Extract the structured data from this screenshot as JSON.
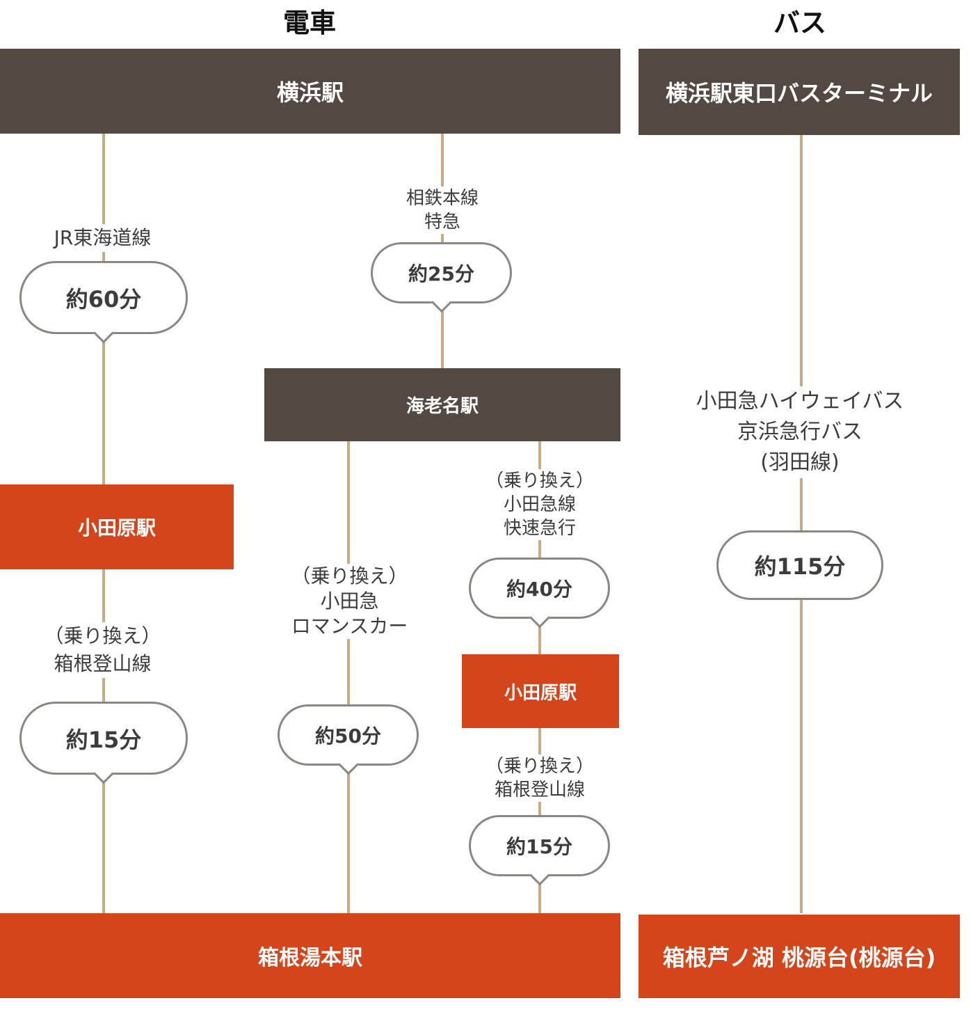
{
  "headers": {
    "train": "電車",
    "bus": "バス"
  },
  "stations": {
    "yokohama": "横浜駅",
    "yokohama_bus": "横浜駅東口バスターミナル",
    "ebina": "海老名駅",
    "odawara_a": "小田原駅",
    "odawara_b": "小田原駅",
    "hakone_yumoto": "箱根湯本駅",
    "hakone_ashinoko": "箱根芦ノ湖 桃源台(桃源台)"
  },
  "labels": {
    "jr": "JR東海道線",
    "sotetsu": [
      "相鉄本線",
      "特急"
    ],
    "transfer_tozan_a": [
      "（乗り換え）",
      "箱根登山線"
    ],
    "transfer_romancecar": [
      "（乗り換え）",
      "小田急",
      "ロマンスカー"
    ],
    "transfer_odakyu_rapid": [
      "（乗り換え）",
      "小田急線",
      "快速急行"
    ],
    "transfer_tozan_b": [
      "（乗り換え）",
      "箱根登山線"
    ],
    "bus_lines": [
      "小田急ハイウェイバス",
      "京浜急行バス",
      "(羽田線)"
    ]
  },
  "times": {
    "jr": "約60分",
    "sotetsu": "約25分",
    "tozan_a": "約15分",
    "romancecar": "約50分",
    "rapid": "約40分",
    "tozan_b": "約15分",
    "bus": "約115分"
  },
  "colors": {
    "station_dark": "#544843",
    "station_accent": "#d4451c",
    "line": "#c5ab86",
    "bubble_border": "#8a8682"
  }
}
